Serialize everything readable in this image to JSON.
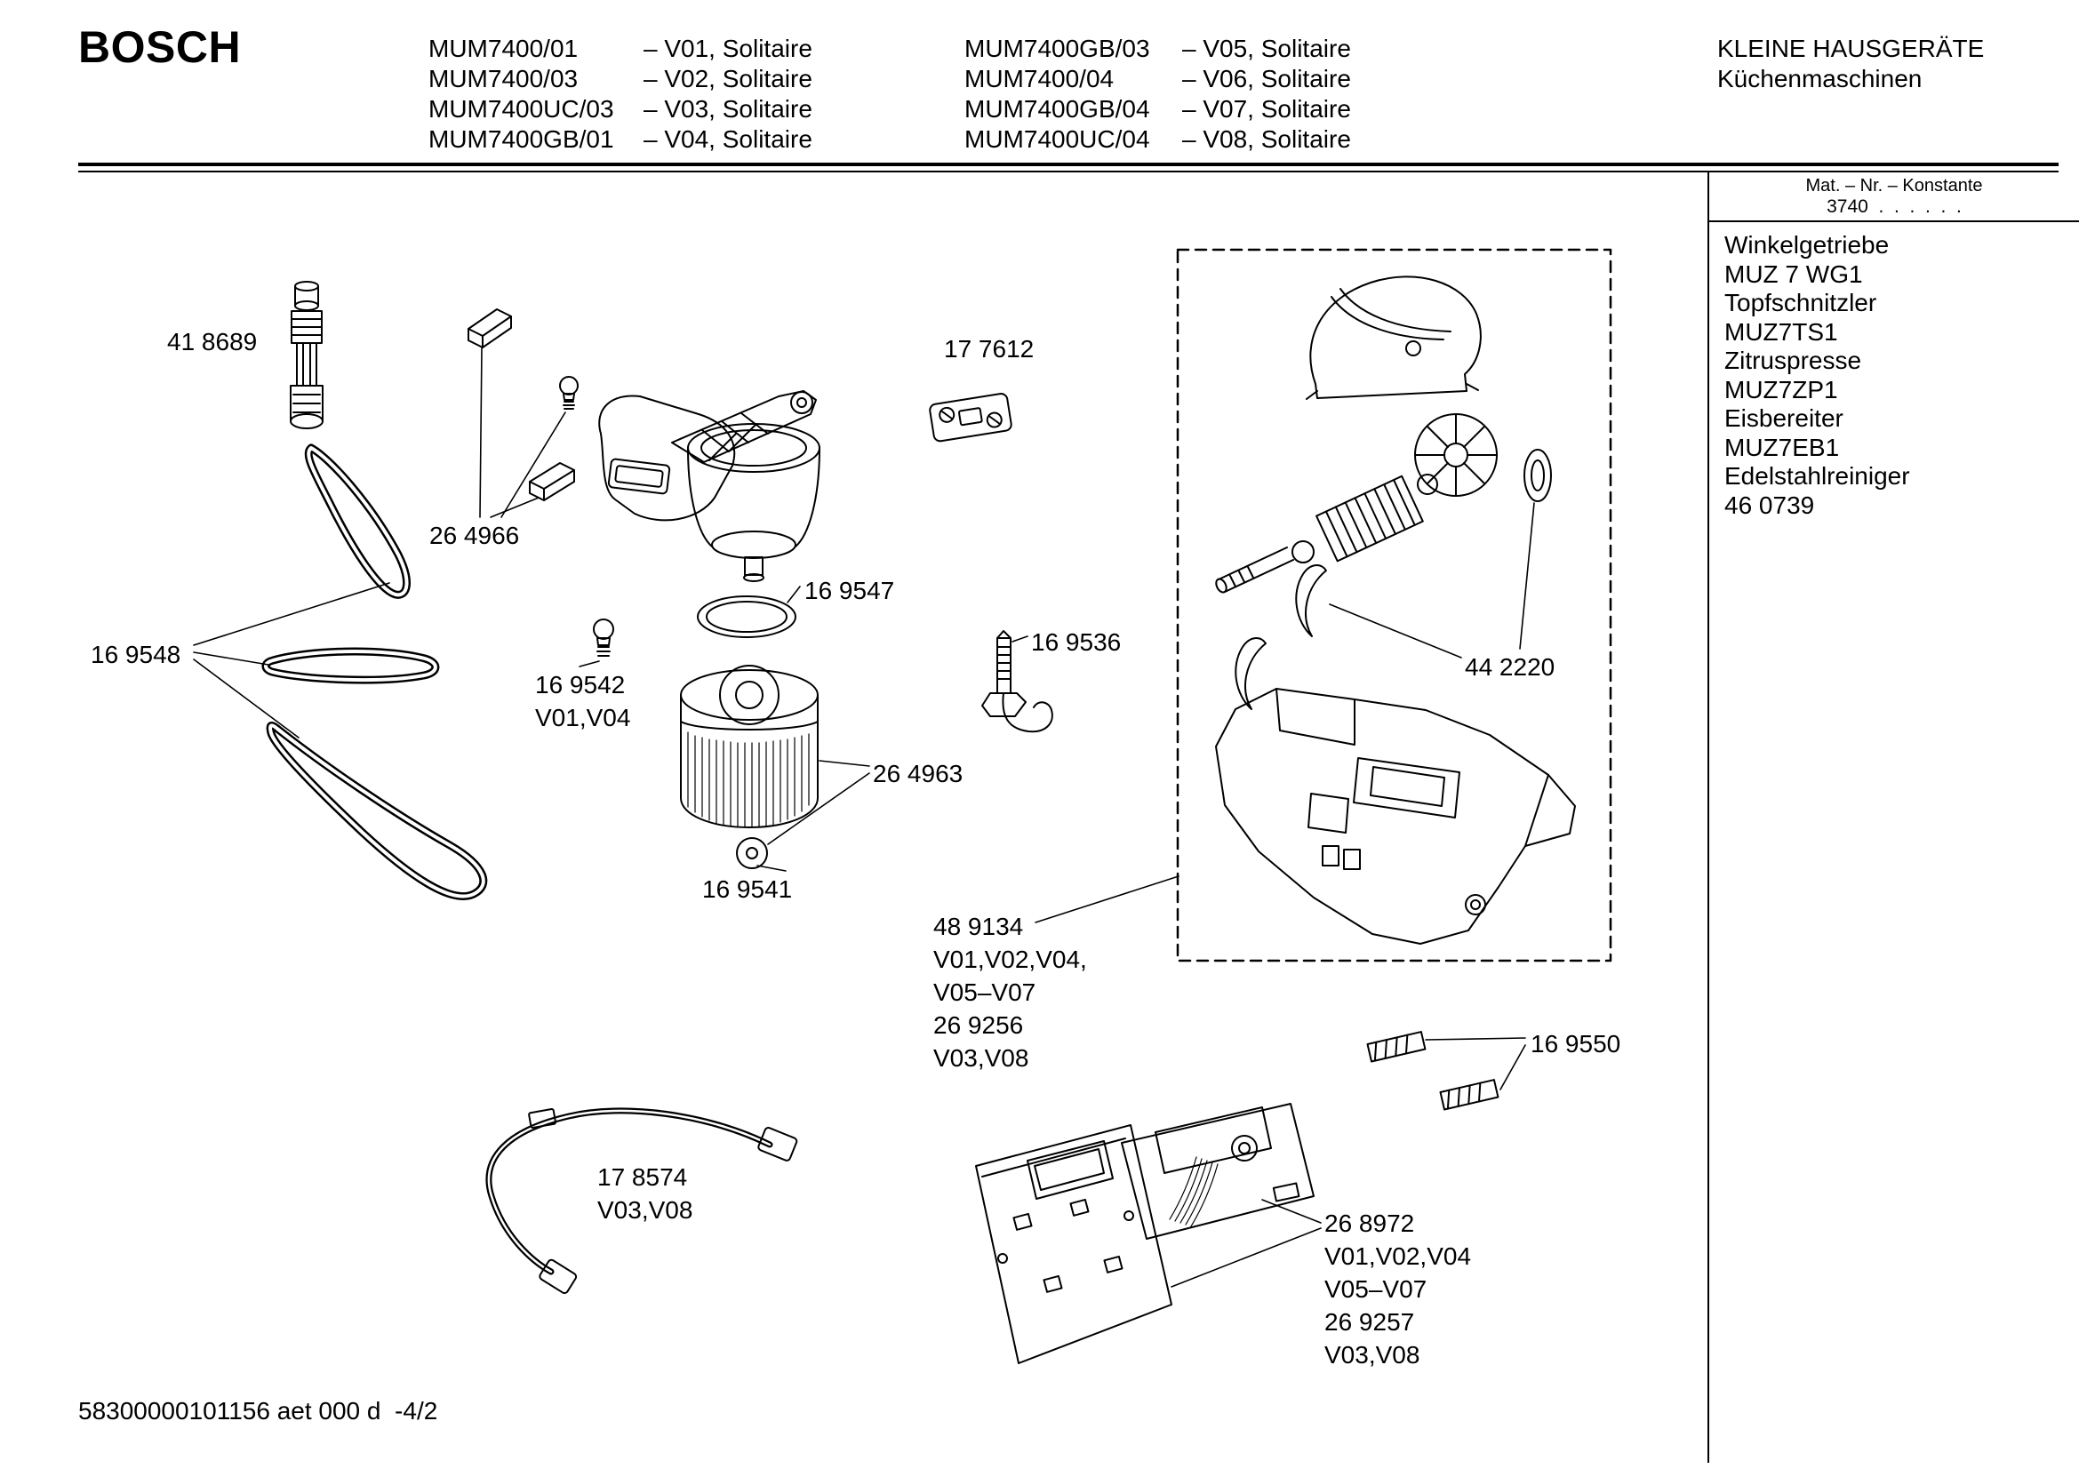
{
  "header": {
    "brand": "BOSCH",
    "models_col1": [
      {
        "name": "MUM7400/01",
        "variant": "– V01, Solitaire"
      },
      {
        "name": "MUM7400/03",
        "variant": "– V02, Solitaire"
      },
      {
        "name": "MUM7400UC/03",
        "variant": "– V03, Solitaire"
      },
      {
        "name": "MUM7400GB/01",
        "variant": "– V04, Solitaire"
      }
    ],
    "models_col2": [
      {
        "name": "MUM7400GB/03",
        "variant": "– V05, Solitaire"
      },
      {
        "name": "MUM7400/04",
        "variant": "– V06, Solitaire"
      },
      {
        "name": "MUM7400GB/04",
        "variant": "– V07, Solitaire"
      },
      {
        "name": "MUM7400UC/04",
        "variant": "– V08, Solitaire"
      }
    ],
    "department": "KLEINE HAUSGERÄTE",
    "category": "Küchenmaschinen"
  },
  "sidebar": {
    "mat_label": "Mat. – Nr. – Konstante",
    "mat_value": "3740  .  .  .  .  .  .",
    "items": [
      "Winkelgetriebe",
      "MUZ 7 WG1",
      "Topfschnitzler",
      "MUZ7TS1",
      "Zitruspresse",
      "MUZ7ZP1",
      "Eisbereiter",
      "MUZ7EB1",
      "Edelstahlreiniger",
      "46 0739"
    ]
  },
  "callouts": {
    "c418689": "41 8689",
    "c264966": "26 4966",
    "c177612": "17 7612",
    "c169547": "16 9547",
    "c169548": "16 9548",
    "c169542": {
      "line1": "16 9542",
      "line2": "V01,V04"
    },
    "c264963": "26 4963",
    "c169541": "16 9541",
    "c169536": "16 9536",
    "c442220": "44 2220",
    "c489134": {
      "line1": "48 9134",
      "line2": "V01,V02,V04,",
      "line3": "V05–V07",
      "line4": "26 9256",
      "line5": "V03,V08"
    },
    "c169550": "16 9550",
    "c178574": {
      "line1": "17 8574",
      "line2": "V03,V08"
    },
    "c268972": {
      "line1": "26 8972",
      "line2": "V01,V02,V04",
      "line3": "V05–V07",
      "line4": "26 9257",
      "line5": "V03,V08"
    }
  },
  "footer": {
    "doc_number": "58300000101156 aet 000 d  -4/2"
  }
}
